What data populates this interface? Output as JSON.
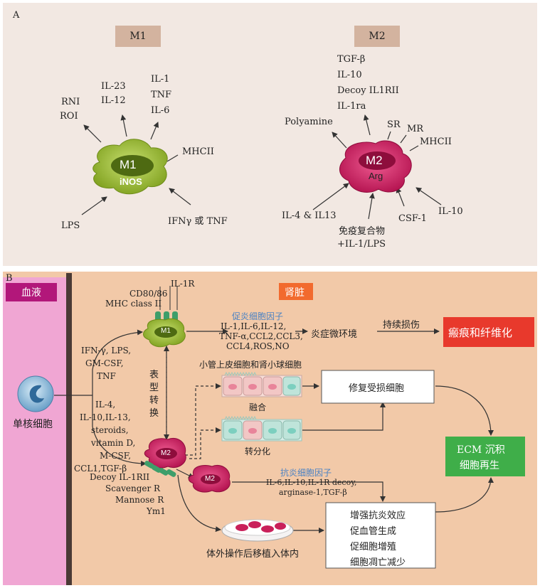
{
  "panel_a": {
    "letter": "A",
    "m1": {
      "label": "M1",
      "cell_title": "M1",
      "cell_sub": "iNOS",
      "out_left": [
        "RNI",
        "ROI"
      ],
      "out_mid": [
        "IL-23",
        "IL-12"
      ],
      "out_right": [
        "IL-1",
        "TNF",
        "IL-6"
      ],
      "surface": "MHCII",
      "in_left": "LPS",
      "in_right": "IFNγ 或 TNF"
    },
    "m2": {
      "label": "M2",
      "cell_title": "M2",
      "cell_sub": "Arg",
      "out_top": [
        "TGF-β",
        "IL-10",
        "Decoy IL1RII",
        "IL-1ra"
      ],
      "polyamine": "Polyamine",
      "sr": "SR",
      "mr": "MR",
      "mhcii": "MHCII",
      "in_il4": "IL-4 & IL13",
      "in_immune": [
        "免疫复合物",
        "+IL-1/LPS"
      ],
      "in_csf": "CSF-1",
      "in_il10": "IL-10"
    }
  },
  "panel_b": {
    "letter": "B",
    "blood": "血液",
    "kidney": "肾脏",
    "monocyte": "单核细胞",
    "m1_receptors": [
      "CD80/86",
      "MHC class II",
      "IL-1R"
    ],
    "m1_cell": "M1",
    "m1_stimuli": [
      "IFN-γ, LPS,",
      "GM-CSF,",
      "TNF"
    ],
    "m2_stimuli": [
      "IL-4,",
      "IL-10,IL-13,",
      "steroids,",
      "vitamin D,",
      "M-CSF,",
      "CCL1,TGF-β"
    ],
    "switch": [
      "表",
      "型",
      "转",
      "换"
    ],
    "pro_title": "促炎细胞因子",
    "pro_list": [
      "IL-1,IL-6,IL-12,",
      "TNF-α,CCL2,CCL3,",
      "CCL4,ROS,NO"
    ],
    "micro_env": "炎症微环境",
    "persist": "持续损伤",
    "fibrosis": "瘢痕和纤维化",
    "tubule_title": "小管上皮细胞和肾小球细胞",
    "fusion": "融合",
    "transdiff": "转分化",
    "repair": "修复受损细胞",
    "ecm": [
      "ECM 沉积",
      "细胞再生"
    ],
    "m2_cell": "M2",
    "m2_cell2": "M2",
    "m2_receptors": [
      "Decoy IL-1RII",
      "Scavenger R",
      "Mannose R",
      "Ym1"
    ],
    "anti_title": "抗炎细胞因子",
    "anti_list": [
      "IL-6,IL-10,IL-1R decoy,",
      "arginase-1,TGF-β"
    ],
    "effects": [
      "增强抗炎效应",
      "促血管生成",
      "促细胞增殖",
      "细胞凋亡减少"
    ],
    "transplant": "体外操作后移植入体内"
  },
  "colors": {
    "m1_green": "#9fc03a",
    "m2_magenta": "#d42a6a",
    "fibrosis_red": "#e8392c",
    "ecm_green": "#3fae49",
    "blood_pink": "#f0a6d3",
    "kidney_orange": "#f26a2e",
    "anti_blue": "#4a82c4"
  }
}
